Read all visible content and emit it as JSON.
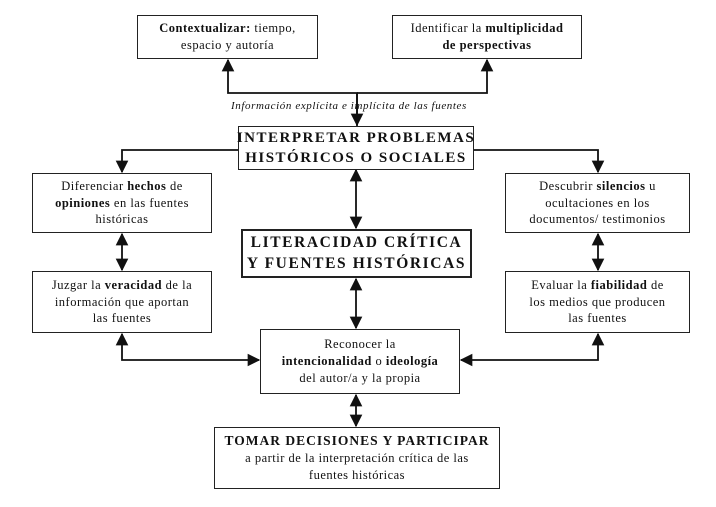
{
  "boxes": {
    "contextualizar": {
      "l1_b": "Contextualizar:",
      "l1_r": " tiempo,",
      "l2": "espacio y autoría"
    },
    "identificar": {
      "l1": "Identificar la ",
      "l1_b": "multiplicidad",
      "l2_b": "de perspectivas"
    },
    "interpretar": {
      "l1": "INTERPRETAR PROBLEMAS",
      "l2": "HISTÓRICOS O SOCIALES"
    },
    "diferenciar": {
      "l1": "Diferenciar ",
      "l1_b": "hechos",
      "l1_r": " de",
      "l2_b": "opiniones",
      "l2_r": " en las fuentes",
      "l3": "históricas"
    },
    "descubrir": {
      "l1": "Descubrir ",
      "l1_b": "silencios",
      "l1_r": " u",
      "l2": "ocultaciones en los",
      "l3": "documentos/ testimonios"
    },
    "literacidad": {
      "l1": "LITERACIDAD CRÍTICA",
      "l2": "Y FUENTES HISTÓRICAS"
    },
    "juzgar": {
      "l1": "Juzgar la ",
      "l1_b": "veracidad",
      "l1_r": " de la",
      "l2": "información que aportan",
      "l3": "las fuentes"
    },
    "evaluar": {
      "l1": "Evaluar la ",
      "l1_b": "fiabilidad",
      "l1_r": " de",
      "l2": "los medios que producen",
      "l3": "las fuentes"
    },
    "reconocer": {
      "l1": "Reconocer la",
      "l2_b": "intencionalidad",
      "l2_m": " o ",
      "l2_b2": "ideología",
      "l3": "del autor/a y la propia"
    },
    "tomar": {
      "l1": "TOMAR DECISIONES Y PARTICIPAR",
      "l2": "a partir de la interpretación crítica de las",
      "l3": "fuentes históricas"
    }
  },
  "caption": "Información explícita e implícita de las fuentes"
}
